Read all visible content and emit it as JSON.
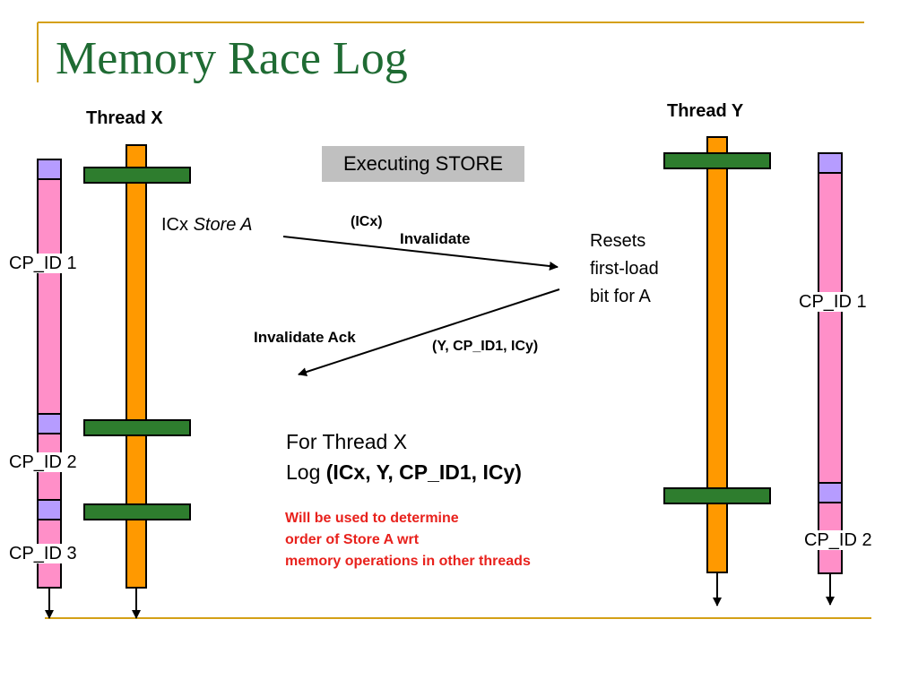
{
  "slide": {
    "title": "Memory Race Log"
  },
  "thread_x": {
    "label": "Thread X",
    "checkpoints": [
      "CP_ID 1",
      "CP_ID 2",
      "CP_ID 3"
    ]
  },
  "thread_y": {
    "label": "Thread Y",
    "checkpoints": [
      "CP_ID 1",
      "CP_ID 2"
    ]
  },
  "executing_box": "Executing STORE",
  "store": {
    "prefix": "ICx",
    "op": "Store A"
  },
  "invalidate": {
    "tag": "(ICx)",
    "label": "Invalidate"
  },
  "resets_text": [
    "Resets",
    "first-load",
    "bit for A"
  ],
  "ack": {
    "label": "Invalidate Ack",
    "tag": "(Y, CP_ID1, ICy)"
  },
  "log": {
    "line1": "For Thread X",
    "line2_prefix": "Log",
    "line2_value": "(ICx, Y, CP_ID1, ICy)"
  },
  "note_lines": [
    "Will be used to determine",
    "order of Store A wrt",
    "memory operations in other threads"
  ],
  "colors": {
    "title": "#1f6b33",
    "pink_bar": "#ff8fc8",
    "violet_cell": "#b69cff",
    "orange_bar": "#ff9900",
    "green_bar": "#2e7d2e",
    "gold_rule": "#d4a017",
    "note_red": "#e8211c",
    "exec_box": "#c0c0c0"
  }
}
